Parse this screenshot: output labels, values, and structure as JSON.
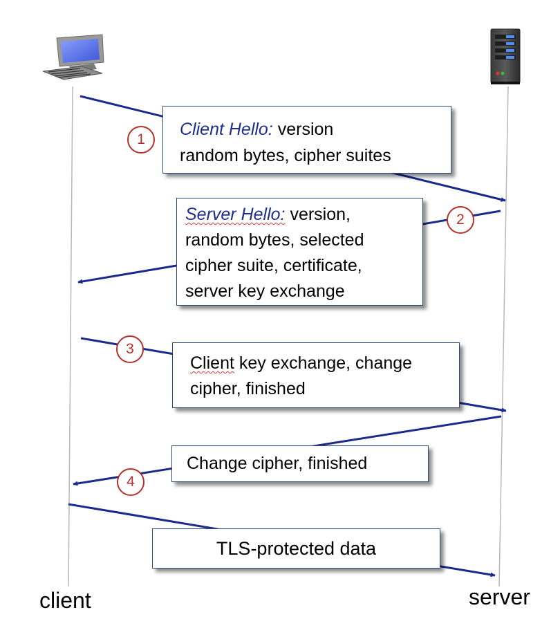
{
  "colors": {
    "arrow": "#1a2a8c",
    "step_circle": "#b5302a",
    "message_title": "#1f2f8f",
    "lifeline": "#b8b8b8"
  },
  "icons": {
    "client": "desktop-computer-icon",
    "server": "server-tower-icon"
  },
  "participants": {
    "client": "client",
    "server": "server"
  },
  "steps": [
    {
      "number": "1",
      "title": "Client Hello:",
      "lines": [
        "version",
        "random bytes, cipher suites"
      ]
    },
    {
      "number": "2",
      "title": "Server Hello:",
      "lines": [
        "version,",
        "random bytes, selected",
        "cipher suite, certificate,",
        "server key exchange"
      ]
    },
    {
      "number": "3",
      "title": "Client",
      "lines": [
        "key exchange, change",
        "cipher, finished"
      ]
    },
    {
      "number": "4",
      "lines": [
        "Change cipher, finished"
      ]
    }
  ],
  "data_message": "TLS-protected data"
}
